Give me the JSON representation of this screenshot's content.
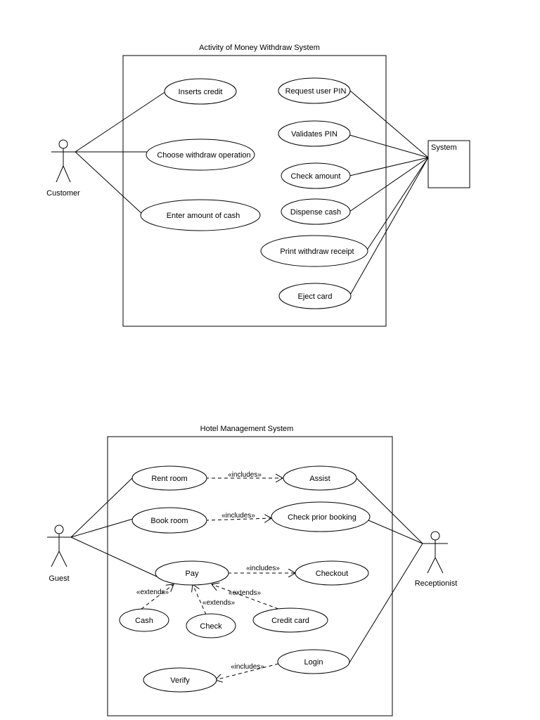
{
  "diagram1": {
    "title": "Activity of Money Withdraw System",
    "actors": {
      "customer": "Customer",
      "system": "System"
    },
    "use_cases": {
      "inserts_credit": "Inserts credit",
      "choose_withdraw": "Choose withdraw operation",
      "enter_amount": "Enter amount of cash",
      "request_pin": "Request user PIN",
      "validates_pin": "Validates PIN",
      "check_amount": "Check amount",
      "dispense_cash": "Dispense cash",
      "print_receipt": "Print withdraw receipt",
      "eject_card": "Eject card"
    }
  },
  "diagram2": {
    "title": "Hotel Management System",
    "actors": {
      "guest": "Guest",
      "receptionist": "Receptionist"
    },
    "use_cases": {
      "rent_room": "Rent room",
      "assist": "Assist",
      "book_room": "Book room",
      "check_prior": "Check prior booking",
      "pay": "Pay",
      "checkout": "Checkout",
      "cash": "Cash",
      "check": "Check",
      "credit_card": "Credit card",
      "login": "Login",
      "verify": "Verify"
    },
    "stereotypes": {
      "includes": "«includes»",
      "extends": "«extends»"
    }
  }
}
